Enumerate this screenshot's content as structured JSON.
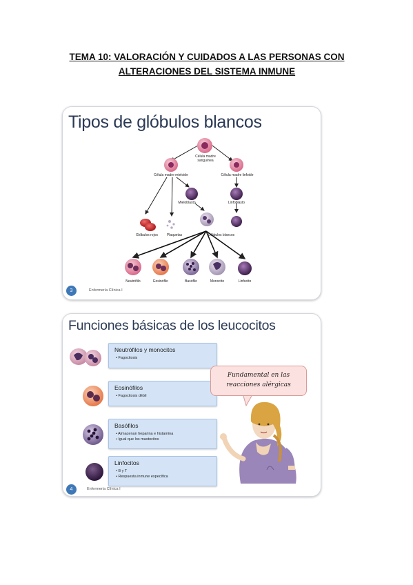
{
  "document": {
    "title_line1": "TEMA 10: VALORACIÓN Y CUIDADOS A LAS PERSONAS CON",
    "title_line2": "ALTERACIONES DEL SISTEMA INMUNE"
  },
  "slide1": {
    "title": "Tipos de glóbulos blancos",
    "number": "3",
    "footer": "Enfermería Clínica I",
    "labels": {
      "stem_cell": "Célula madre sanguínea",
      "myeloid": "Célula madre mieloide",
      "lymphoid": "Célula madre linfoide",
      "myeloblast": "Mieloblasto",
      "lymphoblast": "Linfoblasto",
      "red_cells": "Glóbulos rojos",
      "platelets": "Plaquetas",
      "white_cells": "Glóbulos blancos",
      "neutrophil": "Neutrófilo",
      "eosinophil": "Eosinófilo",
      "basophil": "Basófilo",
      "monocyte": "Monocito",
      "lymphocyte": "Linfocito"
    }
  },
  "slide2": {
    "title": "Funciones básicas de los leucocitos",
    "number": "4",
    "footer": "Enfermería Clínica I",
    "rows": [
      {
        "title": "Neutrófilos y monocitos",
        "items": [
          "Fagocitosis"
        ]
      },
      {
        "title": "Eosinófilos",
        "items": [
          "Fagocitosis débil"
        ]
      },
      {
        "title": "Basófilos",
        "items": [
          "Almacenan heparina e histamina",
          "Igual que los mastocitos"
        ]
      },
      {
        "title": "Linfocitos",
        "items": [
          "B y T",
          "Respuesta inmune específica"
        ]
      }
    ],
    "callout_line1": "Fundamental en las",
    "callout_line2": "reacciones alérgicas"
  },
  "colors": {
    "slide_title": "#2b3a55",
    "slide_number_badge": "#3f78b7",
    "row_background": "#d4e4f6",
    "callout_background": "#fbe1df",
    "arrow_red": "#c0282d"
  }
}
